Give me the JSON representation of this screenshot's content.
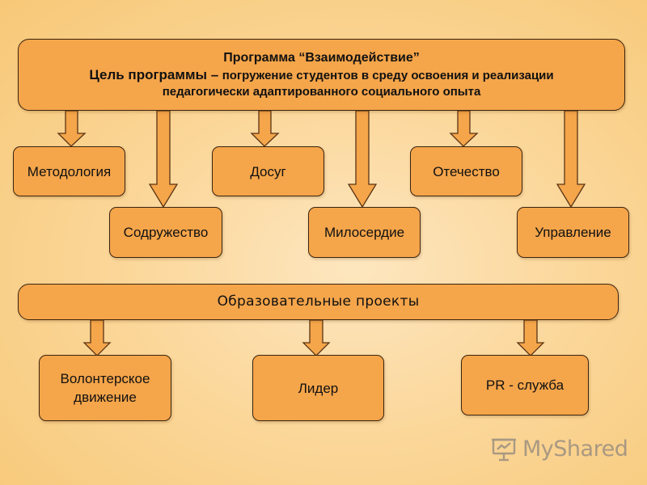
{
  "program": {
    "title": "Программа “Взаимодействие”",
    "goal_label": "Цель программы –",
    "goal_text": "погружение студентов в среду освоения и реализации",
    "goal_text_2": "педагогически адаптированного социального опыта"
  },
  "directions": [
    {
      "label": "Методология"
    },
    {
      "label": "Содружество"
    },
    {
      "label": "Досуг"
    },
    {
      "label": "Милосердие"
    },
    {
      "label": "Отечество"
    },
    {
      "label": "Управление"
    }
  ],
  "projects": {
    "title": "Образовательные проекты",
    "items": [
      {
        "label": "Волонтерское\nдвижение"
      },
      {
        "label": "Лидер"
      },
      {
        "label": "PR - служба"
      }
    ]
  },
  "watermark": {
    "text": "MyShared",
    "icon": "presentation-board-icon"
  },
  "colors": {
    "box_fill": "#f5a54a",
    "box_border": "#3a2410",
    "background": "#fbd79a"
  }
}
